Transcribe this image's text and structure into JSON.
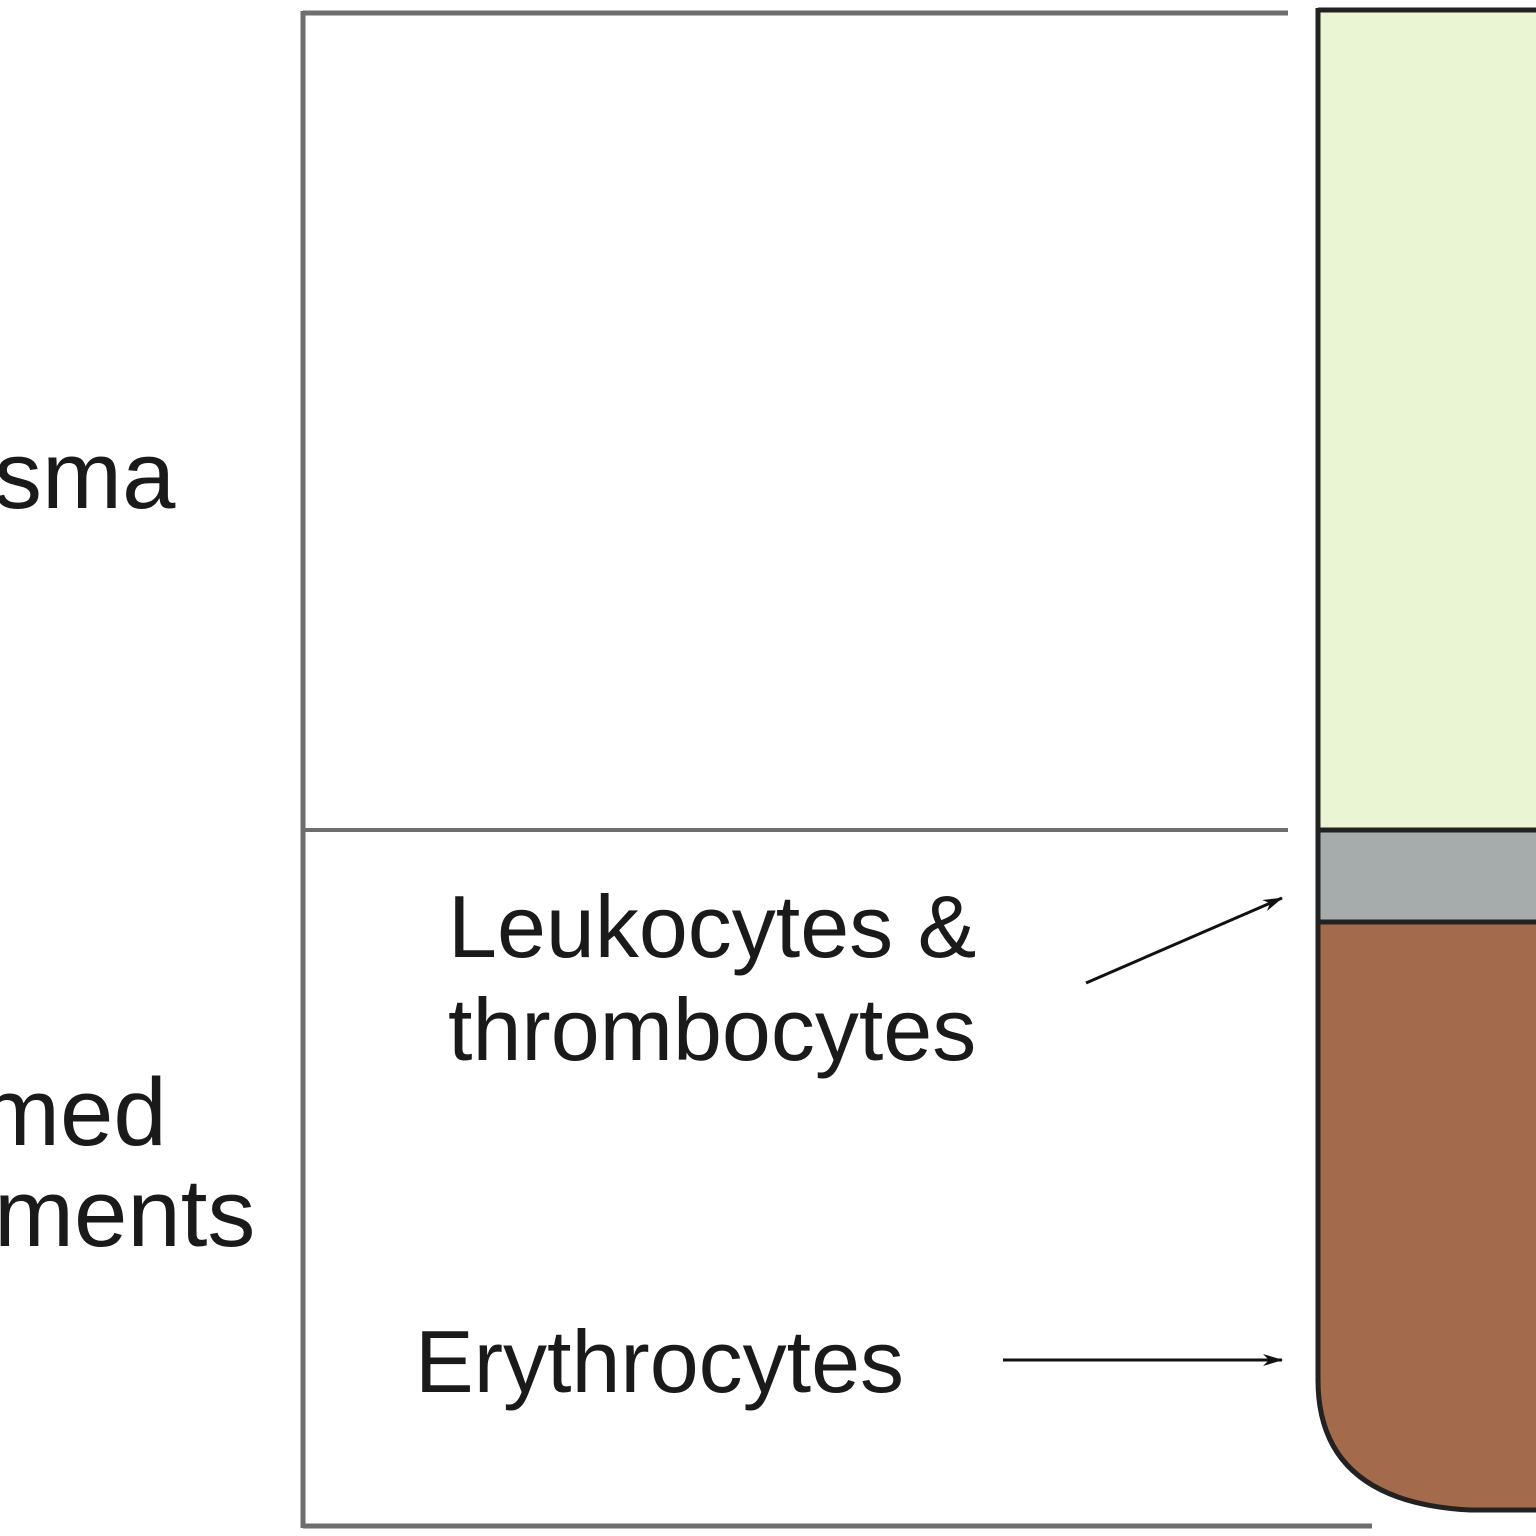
{
  "labels": {
    "plasma": "sma",
    "formed_line1": "med",
    "formed_line2": "ments",
    "leukocytes_line1": "Leukocytes &",
    "leukocytes_line2": "thrombocytes",
    "erythrocytes": "Erythrocytes"
  },
  "layers": {
    "plasma_color": "#e9f5d3",
    "buffy_coat_color": "#a6acac",
    "erythrocyte_color": "#a36b4c",
    "frame_color": "#6e6e6e",
    "outline_color": "#222222"
  }
}
